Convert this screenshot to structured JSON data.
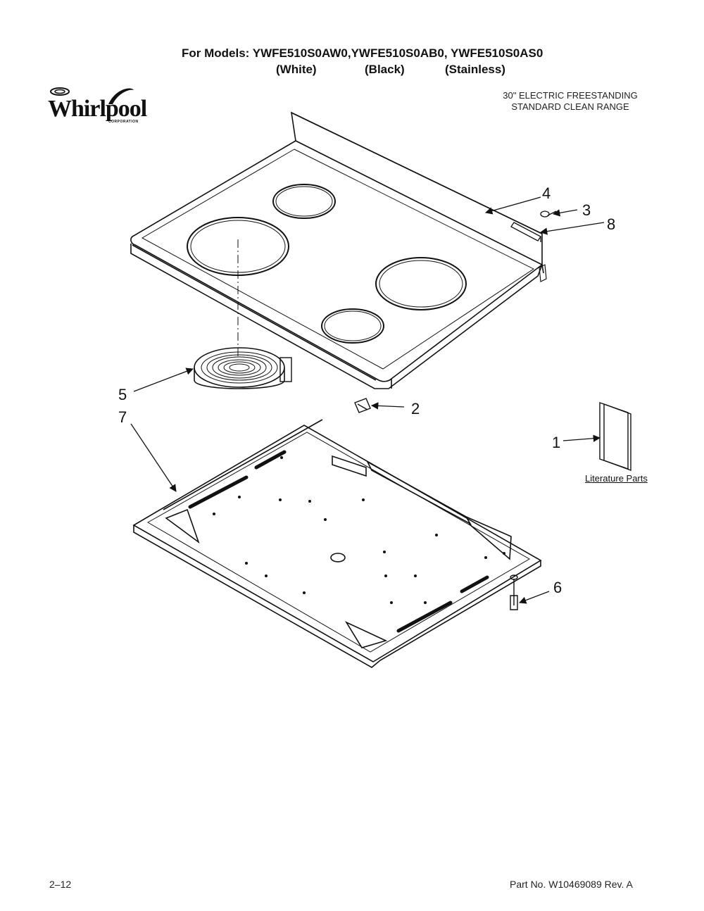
{
  "header": {
    "models_label": "For Models: YWFE510S0AW0,YWFE510S0AB0, YWFE510S0AS0",
    "variant_white": "(White)",
    "variant_black": "(Black)",
    "variant_stainless": "(Stainless)"
  },
  "brand": {
    "logo_text": "Whirlpool",
    "logo_subtext": "CORPORATION"
  },
  "product": {
    "line1": "30\" ELECTRIC FREESTANDING",
    "line2": "STANDARD CLEAN RANGE"
  },
  "callouts": {
    "c1": "1",
    "c2": "2",
    "c3": "3",
    "c4": "4",
    "c5": "5",
    "c6": "6",
    "c7": "7",
    "c8": "8"
  },
  "literature_label": "Literature Parts",
  "footer": {
    "page": "2–12",
    "part_no": "Part No. W10469089 Rev. A"
  }
}
